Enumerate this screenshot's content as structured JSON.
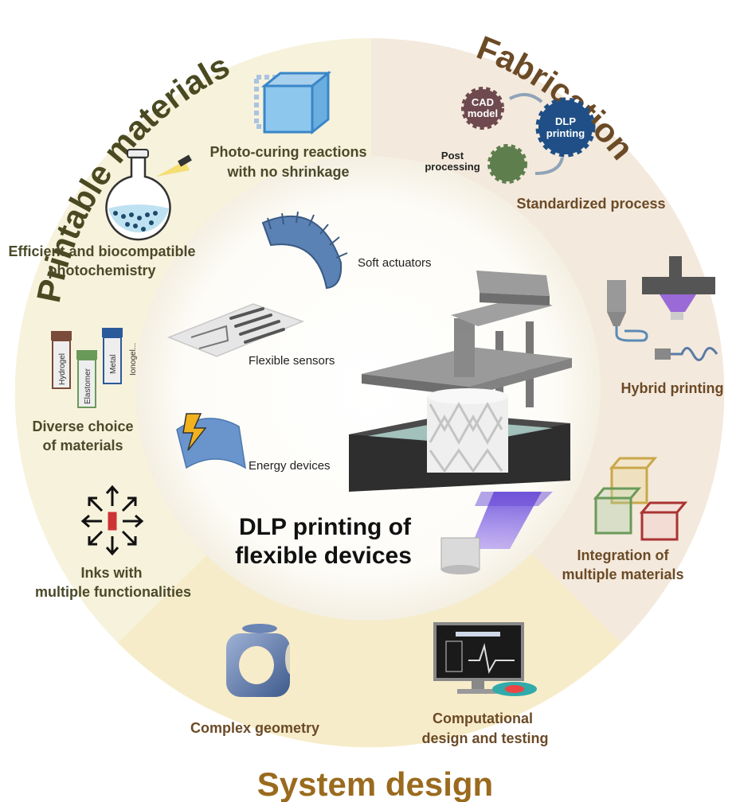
{
  "sections": {
    "materials": "Printable materials",
    "fabrication": "Fabrication",
    "system": "System design"
  },
  "center": {
    "line1": "DLP printing of",
    "line2": "flexible devices"
  },
  "devices": {
    "actuators": "Soft actuators",
    "sensors": "Flexible sensors",
    "energy": "Energy devices"
  },
  "materials": {
    "photo_line1": "Photo-curing reactions",
    "photo_line2": "with no shrinkage",
    "chem_line1": "Efficient and biocompatible",
    "chem_line2": "photochemistry",
    "diverse_line1": "Diverse choice",
    "diverse_line2": "of materials",
    "inks_line1": "Inks with",
    "inks_line2": "multiple functionalities",
    "vials": [
      "Hydrogel",
      "Elastomer",
      "Metal",
      "Ionogel..."
    ]
  },
  "fabrication": {
    "cad_line1": "CAD",
    "cad_line2": "model",
    "dlp_line1": "DLP",
    "dlp_line2": "printing",
    "post_line1": "Post",
    "post_line2": "processing",
    "standardized": "Standardized process",
    "hybrid": "Hybrid printing",
    "integ_line1": "Integration of",
    "integ_line2": "multiple materials"
  },
  "system": {
    "complex": "Complex geometry",
    "comp_line1": "Computational",
    "comp_line2": "design and testing"
  },
  "colors": {
    "ring_materials": "#f7f2dc",
    "ring_fabrication": "#f3e9dc",
    "ring_system": "#f7ecc9",
    "section_materials": "#4a4a22",
    "section_fabrication": "#6b4a26",
    "section_system": "#9a6a1e"
  }
}
